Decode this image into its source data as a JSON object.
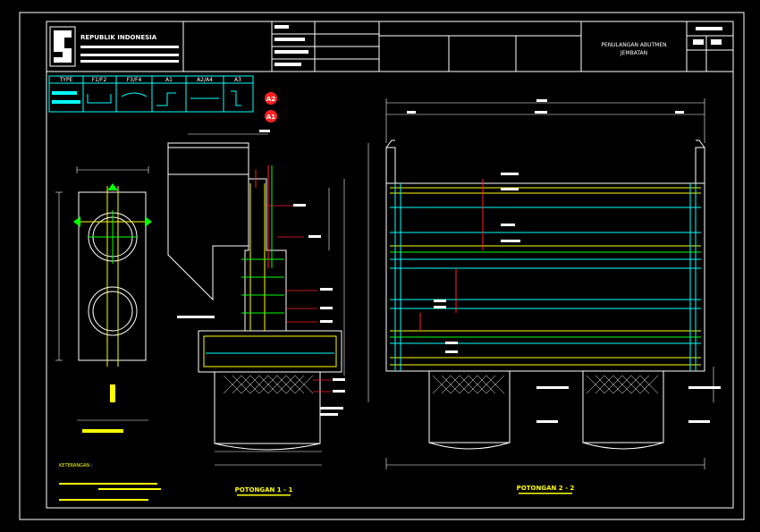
{
  "title_block": {
    "org_name": "REPUBLIK INDONESIA",
    "drawing_title_line1": "PENULANGAN ABUTMEN",
    "drawing_title_line2": "JEMBATAN"
  },
  "legend_table": {
    "headers": [
      "TYPE",
      "F1/F2",
      "F3/F4",
      "A1",
      "A2/A4",
      "A3"
    ]
  },
  "callouts": {
    "marker_top": "A2",
    "marker_bottom": "A1"
  },
  "section_titles": {
    "left": "POTONGAN 1 - 1",
    "right": "POTONGAN 2 - 2"
  },
  "notes": {
    "heading": "KETERANGAN :"
  },
  "colors": {
    "frame": "#ffffff",
    "cyan": "#00ffff",
    "yellow": "#ffff00",
    "green": "#00ff00",
    "red": "#ff2020",
    "magenta": "#ff44ff"
  }
}
